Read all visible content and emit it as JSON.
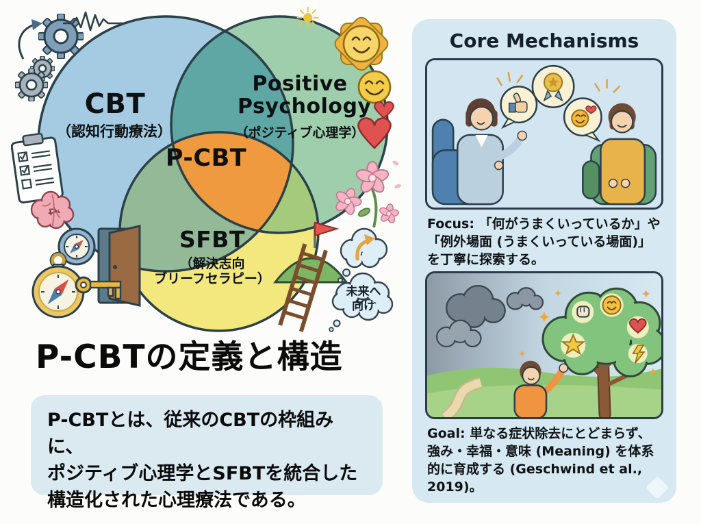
{
  "title": "P-CBTの定義と構造",
  "venn": {
    "cbt_label": "CBT",
    "cbt_sublabel": "（認知行動療法）",
    "pp_label_line1": "Positive",
    "pp_label_line2": "Psychology",
    "pp_sublabel": "（ポジティブ心理学）",
    "center_label": "P-CBT",
    "sfbt_label": "SFBT",
    "sfbt_sublabel_line1": "（解決志向",
    "sfbt_sublabel_line2": "ブリーフセラピー）"
  },
  "future_cloud": {
    "line1": "未来へ",
    "line2": "向け"
  },
  "definition": {
    "line1": "P-CBTとは、従来のCBTの枠組みに、",
    "line2": "ポジティブ心理学とSFBTを統合した",
    "line3": "構造化された心理療法である。"
  },
  "core_mechanisms": {
    "title": "Core Mechanisms",
    "focus_label": "Focus:",
    "focus_text": "「何がうまくいっているか」や「例外場面 (うまくいっている場面)」を丁寧に探索する。",
    "goal_label": "Goal:",
    "goal_text": "単なる症状除去にとどまらず、強み・幸福・意味 (Meaning) を体系的に育成する (Geschwind et al., 2019)。"
  },
  "colors": {
    "cbt_circle": "#a5cbe2",
    "pp_circle": "#9fceac",
    "sfbt_circle": "#f3e87d",
    "cbt_pp_overlap": "#5fa7a4",
    "cbt_sfbt_overlap": "#94b996",
    "pp_sfbt_overlap": "#a6ca7b",
    "center_overlap": "#ef9a3e",
    "outline": "#2b4049",
    "panel_bg": "#d6e8f1",
    "definition_box_bg": "#dbe9f1"
  },
  "icons": {
    "sun-icon": "☀",
    "sparkle-icon": "✦",
    "gear-icon": "svg",
    "heartbeat-icon": "svg",
    "curved-arrow-icon": "svg",
    "clipboard-icon": "svg",
    "brain-icon": "svg",
    "compass-icon": "svg",
    "pocket-compass-icon": "svg",
    "door-icon": "svg",
    "key-icon": "svg",
    "ladder-icon": "svg",
    "goal-flag-hill-icon": "svg",
    "growth-arrow-cloud-icon": "svg",
    "future-cloud-icon": "svg",
    "smiley-sun-icon": "svg",
    "smiley-icon": "svg",
    "heart-icon": "svg",
    "cherry-blossom-icon": "svg",
    "medal-icon": "svg",
    "thumbs-up-icon": "svg",
    "strengths-tree-icon": "svg"
  }
}
